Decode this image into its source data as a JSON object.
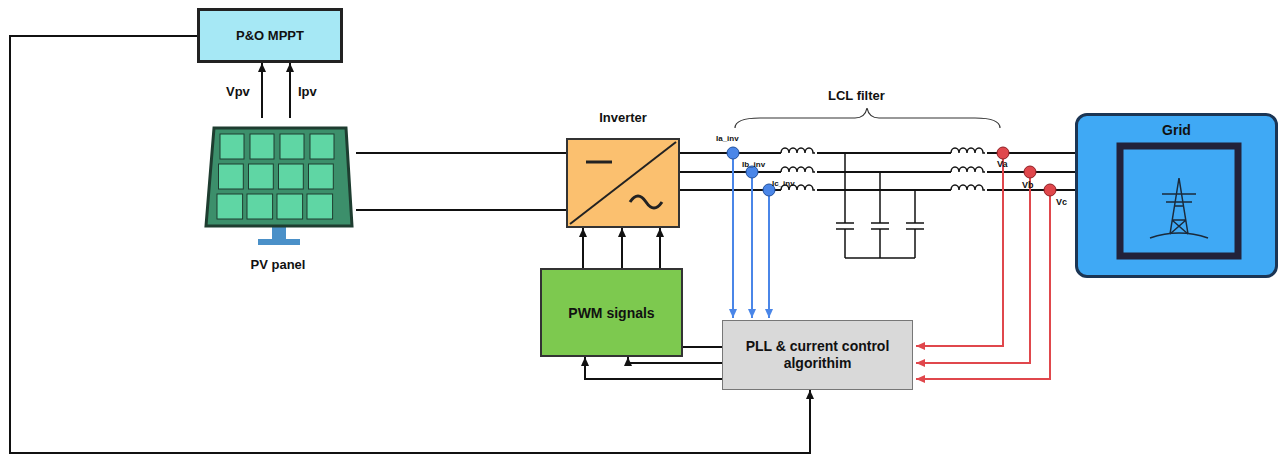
{
  "diagram": {
    "nodes": [
      {
        "text": [
          "P&O MPPT"
        ]
      },
      {
        "text": [
          "PV panel"
        ]
      },
      {
        "text": [
          "Inverter"
        ]
      },
      {
        "text": [
          "PWM signals"
        ]
      },
      {
        "text": [
          "PLL & current control algorithim"
        ]
      },
      {
        "text": [
          "Grid"
        ]
      }
    ],
    "edges": [
      {
        "from": 1,
        "to": 0,
        "arrow": "to",
        "label": "Vpv"
      },
      {
        "from": 1,
        "to": 0,
        "arrow": "to",
        "label": "Ipv"
      },
      {
        "from": 1,
        "to": 2,
        "arrow": "none"
      },
      {
        "from": 1,
        "to": 2,
        "arrow": "none"
      },
      {
        "from": 2,
        "to": 5,
        "arrow": "none"
      },
      {
        "from": 2,
        "to": 5,
        "arrow": "none"
      },
      {
        "from": 2,
        "to": 5,
        "arrow": "none"
      },
      {
        "from": 3,
        "to": 2,
        "arrow": "to"
      },
      {
        "from": 3,
        "to": 2,
        "arrow": "to"
      },
      {
        "from": 3,
        "to": 2,
        "arrow": "to"
      },
      {
        "from": 4,
        "to": 3,
        "arrow": "to"
      },
      {
        "from": 4,
        "to": 3,
        "arrow": "to"
      },
      {
        "from": 4,
        "to": 3,
        "arrow": "to"
      },
      {
        "from": 0,
        "to": 4,
        "arrow": "to"
      }
    ],
    "labels": [
      "LCL filter",
      "Ia_inv",
      "Ib_inv",
      "Ic_inv",
      "Va",
      "Vb",
      "Vc"
    ]
  }
}
